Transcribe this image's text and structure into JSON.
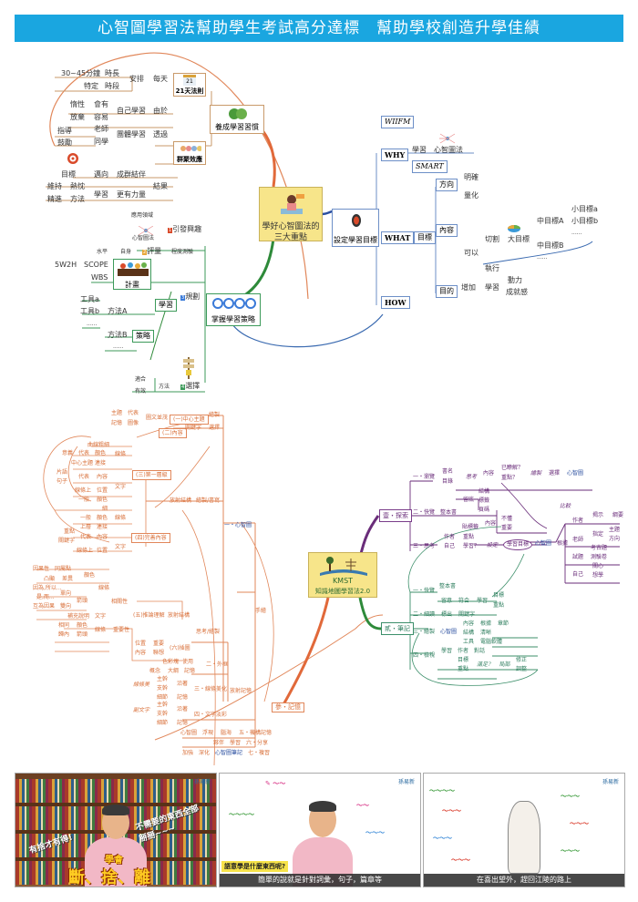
{
  "banner": {
    "title": "心智圖學習法幫助學生考試高分達標　幫助學校創造升學佳績"
  },
  "map1": {
    "center": {
      "line1": "學好心智圖法的",
      "line2": "三大重點"
    },
    "habit": {
      "label": "養成學習習慣",
      "rule21": {
        "label": "21天法則",
        "calendar": "21",
        "arrange": "安排",
        "everyday": "每天",
        "duration_val": "30~45分鐘",
        "duration": "時長",
        "fixed": "特定",
        "period": "時段"
      },
      "group": {
        "label": "群聚效應",
        "self": "自己學習",
        "because": "由於",
        "inertia": "惰性",
        "will": "會有",
        "give_up": "放棄",
        "easy": "容易",
        "team": "團體學習",
        "through": "透過",
        "teacher": "老師",
        "classmate": "同學",
        "guide": "指導",
        "encourage": "鼓勵",
        "result": "結果",
        "goal": "目標",
        "toward": "邁向",
        "group_together": "成群結伴",
        "maintain": "維持",
        "passion": "熱忱",
        "learn": "學習",
        "more_power": "更有力量",
        "refine": "精進",
        "method": "方法"
      }
    },
    "goal": {
      "label": "設定學習目標",
      "why": "WHY",
      "wiifm": "WIIFM",
      "learn": "學習",
      "mindmap": "心智圖法",
      "what": "WHAT",
      "smart": "SMART",
      "target": "目標",
      "direction": "方向",
      "clear": "明確",
      "content": "內容",
      "quantify": "量化",
      "can": "可以",
      "cut": "切割",
      "big_goal": "大目標",
      "mid_a": "中目標A",
      "mid_b": "中目標B",
      "dots": "......",
      "small_a": "小目標a",
      "small_b": "小目標b",
      "execute": "執行",
      "purpose": "目的",
      "increase": "增加",
      "study": "學習",
      "motivation": "動力",
      "achievement": "成就感",
      "how": "HOW"
    },
    "strategy": {
      "label": "掌握學習策略",
      "interest": "引發興趣",
      "apply_field": "應用領域",
      "mindmap": "心智圖法",
      "eval": "評量",
      "degree": "程度測驗",
      "horizontal": "水平",
      "self": "自身",
      "plan_sec": "規劃",
      "learning": "學習",
      "plan": "計畫",
      "scope": "SCOPE",
      "w5h2": "5W2H",
      "wbs": "WBS",
      "tactic": "策略",
      "method_a": "方法A",
      "method_b": "方法B",
      "tool_a": "工具a",
      "tool_b": "工具b",
      "dots": "......",
      "choose": "選擇",
      "method": "方法",
      "suitable": "適合",
      "effective": "有效",
      "num1": "1",
      "num2": "2",
      "num3": "3",
      "num4": "4"
    }
  },
  "map2": {
    "center": {
      "line1": "KMST",
      "line2": "知識地圖學習法2.0"
    },
    "read": {
      "label": "壹・探索",
      "b1": "一・瀏覽",
      "book_name": "書名",
      "toc": "目錄",
      "think": "思考",
      "content": "內容",
      "understood": "已瞭解？",
      "key": "重點？",
      "draw": "繪製",
      "pick": "選擇",
      "mindmap": "心智圖",
      "compare": "比較",
      "b2": "二・快覽",
      "whole_book": "整本書",
      "leave_bottom": "留底",
      "structure": "結構",
      "label_kw": "標籤",
      "page": "頁碼",
      "sticky": "貼標籤",
      "inner": "內容",
      "not_know": "不懂",
      "important": "重要",
      "b3": "三・思考",
      "author": "作者",
      "focus": "重點",
      "self": "自己",
      "learn_q": "學習？",
      "set": "設定",
      "study_goal": "學習目標",
      "by": "根據",
      "mindmap2": "心智圖",
      "writer": "作者",
      "reveal": "揭示",
      "summary": "綱要",
      "teacher": "老師",
      "specify": "指定",
      "theme": "主題",
      "direction": "方向",
      "exam": "試題",
      "old_exam": "考古題",
      "test_paper": "測驗卷",
      "myself": "自己",
      "care": "關心",
      "want": "想學"
    },
    "note": {
      "label": "貳・筆記",
      "b1": "一・快覽",
      "whole_book": "整本書",
      "meaning": "留意",
      "combine": "符合",
      "learn": "學習",
      "goal": "目標",
      "focus": "重點",
      "b2": "二・細讀",
      "mark": "標出",
      "keyword": "關鍵字",
      "b3": "三・繪製",
      "mindmap": "心智圖",
      "content": "內容",
      "by": "根據",
      "chapter": "章節",
      "structure": "結構",
      "clear": "清晰",
      "tool": "工具",
      "software": "電腦軟體",
      "b4": "四・檢視",
      "study": "學習",
      "writer": "作者",
      "intro": "對話",
      "goal2": "目標",
      "focus2": "重點",
      "enough": "滿足？",
      "local": "局部",
      "fix": "修正",
      "adjust": "調整"
    },
    "memory": {
      "label": "參・記憶",
      "handdraw": "手繪",
      "part1": "一・心智圖",
      "center_theme": "(一)中心主題",
      "content_sec": "(二)內容",
      "first_layer": "(三)第一層級",
      "complete": "(四)完善內容",
      "logic": "(五)推論理解",
      "figure": "(六)插圖",
      "draw": "繪製",
      "keyword": "關鍵字",
      "key_sel": "選擇",
      "layout": "放射結構",
      "draw_read": "繪製/書寫",
      "theme": "主題",
      "represent": "代表",
      "memory": "記憶",
      "image": "圖像",
      "same_page": "圖文並茂",
      "curve": "曲線粗細",
      "line": "線條",
      "meaning": "意義",
      "color": "顏色",
      "center_theme2": "中心主題",
      "connect": "連接",
      "phrase": "片語",
      "text": "文字",
      "keyphrase": "關鍵片語",
      "sentence": "句子",
      "on_line": "線條上",
      "position": "位置",
      "general": "一般",
      "thin": "細",
      "up": "上層",
      "detail": "重點",
      "key_only": "關鍵字",
      "content2": "內容",
      "relevance": "相關性",
      "reason": "因果性",
      "same": "同屬點",
      "significance": "凸顯",
      "comparison": "差異",
      "because": "因為,所以...",
      "so": "是,而...",
      "cause_effect": "互為因果",
      "arrow": "箭頭",
      "one_way": "單向",
      "two_way": "雙向",
      "supplement": "補充說明",
      "similar": "相同",
      "inside": "歸內",
      "important": "重要性",
      "location": "位置",
      "important2": "重要",
      "content3": "內容",
      "reduce": "聯想",
      "think_draw": "思考/繪製",
      "radial": "放射結構",
      "part2": "二・外框",
      "color_block": "色彩塊",
      "use": "使用",
      "summary": "概念",
      "big": "大綱",
      "memo": "記憶",
      "part3": "三・線條美化",
      "main_branch": "主幹",
      "sub_branch": "支幹",
      "thin_line": "細節",
      "along": "沿著",
      "line_art": "線條美",
      "part4": "四・文字淡彩",
      "text_art": "副文字",
      "radial_memo": "放射記憶",
      "part5": "五・機構記憶",
      "mm": "心智圖",
      "float": "浮現",
      "brain": "腦海",
      "part6": "六・分享",
      "partner": "夥伴",
      "share": "學習",
      "part7": "七・複習",
      "add": "加強",
      "deepen": "深化",
      "mm_diary": "心智圖筆記"
    }
  },
  "videos": [
    {
      "caption_a": "有捨才有得!",
      "caption_b": "不需要的東西全部掰掰~~~",
      "title_top": "學會",
      "title_main": "斷、捨、離"
    },
    {
      "question": "語意學是什麼東西呢?",
      "subtitle": "簡單的說就是針對詞彙，句子，篇章等"
    },
    {
      "subtitle": "在喜出望外，趕回江陵的路上"
    }
  ],
  "logo_text": "孫易新"
}
